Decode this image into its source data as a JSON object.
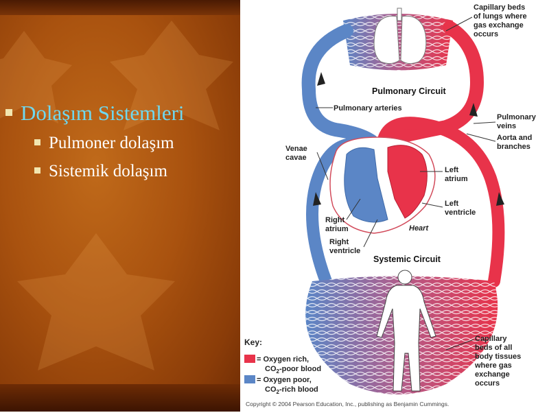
{
  "slide": {
    "bullet_main": "Dolaşım Sistemleri",
    "sub_bullets": [
      "Pulmoner dolaşım",
      "Sistemik dolaşım"
    ]
  },
  "diagram": {
    "labels": {
      "capillary_lungs": [
        "Capillary beds",
        "of lungs where",
        "gas exchange",
        "occurs"
      ],
      "pulmonary_circuit": "Pulmonary Circuit",
      "pulmonary_arteries": "Pulmonary arteries",
      "pulmonary_veins": [
        "Pulmonary",
        "veins"
      ],
      "aorta": [
        "Aorta and",
        "branches"
      ],
      "venae_cavae": [
        "Venae",
        "cavae"
      ],
      "left_atrium": [
        "Left",
        "atrium"
      ],
      "left_ventricle": [
        "Left",
        "ventricle"
      ],
      "right_atrium": [
        "Right",
        "atrium"
      ],
      "right_ventricle": [
        "Right",
        "ventricle"
      ],
      "heart": "Heart",
      "systemic_circuit": "Systemic Circuit",
      "capillary_body": [
        "Capillary",
        "beds of all",
        "body tissues",
        "where gas",
        "exchange",
        "occurs"
      ]
    },
    "key": {
      "title": "Key:",
      "rich_line1": "= Oxygen rich,",
      "rich_line2a": "CO",
      "rich_line2b": "2",
      "rich_line2c": "-poor blood",
      "poor_line1": "= Oxygen poor,",
      "poor_line2a": "CO",
      "poor_line2b": "2",
      "poor_line2c": "-rich blood"
    },
    "copyright": "Copyright © 2004 Pearson Education, Inc., publishing as Benjamin Cummings.",
    "colors": {
      "oxygen_rich": "#e8334a",
      "oxygen_poor": "#5b86c6",
      "mixed": "#b35c8a",
      "heart_outline": "#d24b5b"
    }
  }
}
